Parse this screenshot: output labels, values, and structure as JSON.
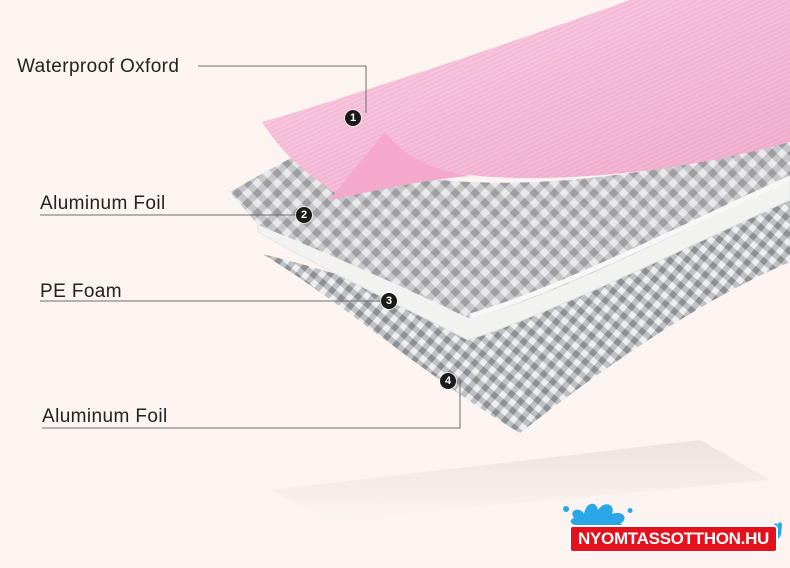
{
  "layers": [
    {
      "number": "1",
      "label": "Waterproof Oxford"
    },
    {
      "number": "2",
      "label": "Aluminum Foil"
    },
    {
      "number": "3",
      "label": "PE Foam"
    },
    {
      "number": "4",
      "label": "Aluminum Foil"
    }
  ],
  "watermark": {
    "text": "NYOMTASSOTTHON.HU"
  },
  "colors": {
    "background": "#fbf4f0",
    "oxford_pink": "#f7b6d6",
    "foil_silver": "#c9c9cb",
    "foam_white": "#f1f1ef",
    "watermark_red": "#e4101c",
    "watermark_blue": "#2aa7e6"
  }
}
